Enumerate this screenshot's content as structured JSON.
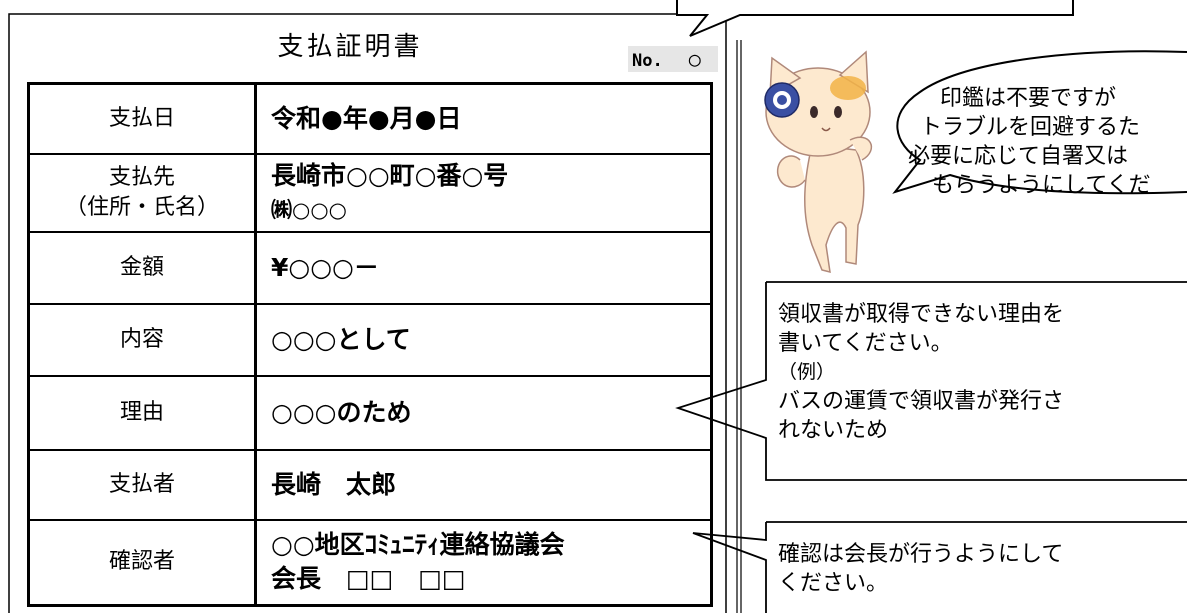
{
  "document": {
    "title": "支払証明書",
    "number_label": "No.",
    "number_value": "○"
  },
  "rows": [
    {
      "label": "支払日",
      "value": "令和●年●月●日"
    },
    {
      "label": "支払先",
      "sublabel": "（住所・氏名）",
      "value": "長崎市○○町○番○号",
      "value2": "㈱○○○"
    },
    {
      "label": "金額",
      "value": "¥○○○－"
    },
    {
      "label": "内容",
      "value": "○○○として"
    },
    {
      "label": "理由",
      "value": "○○○のため"
    },
    {
      "label": "支払者",
      "value": "長崎　太郎"
    },
    {
      "label": "確認者",
      "value": "○○地区ｺﾐｭﾆﾃｨ連絡協議会",
      "value2": "会長　□□　□□"
    }
  ],
  "mascot_bubble": {
    "lines": [
      "印鑑は不要ですが",
      "トラブルを回避するた",
      "必要に応じて自署又は",
      "もらうようにしてくだ"
    ]
  },
  "note_reason": {
    "lines": [
      "領収書が取得できない理由を",
      "書いてください。",
      "（例）",
      "バスの運賃で領収書が発行さ",
      "れないため"
    ]
  },
  "note_confirm": {
    "lines": [
      "確認は会長が行うようにして",
      "ください。"
    ]
  },
  "colors": {
    "mascot_body": "#fde9cf",
    "mascot_outline": "#b0897a",
    "mascot_patch": "#f2b347",
    "emblem": "#3a4fa3",
    "number_background": "#e6e6e6"
  }
}
